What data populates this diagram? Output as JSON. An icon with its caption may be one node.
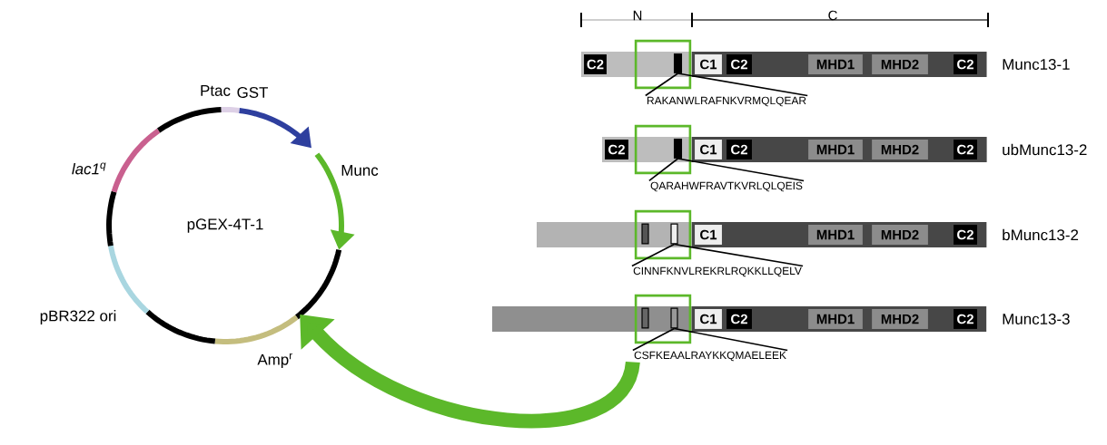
{
  "diagram": {
    "nodes": [
      {
        "text": [
          "pGEX-4T-1"
        ]
      },
      {
        "text": [],
        "shape": "bar",
        "beside": [
          "Munc13-1"
        ]
      },
      {
        "text": [
          "C2"
        ],
        "in": 1
      },
      {
        "text": [
          "C1"
        ],
        "in": 1
      },
      {
        "text": [
          "C2"
        ],
        "in": 1
      },
      {
        "text": [
          "MHD1"
        ],
        "in": 1
      },
      {
        "text": [
          "MHD2"
        ],
        "in": 1
      },
      {
        "text": [
          "C2"
        ],
        "in": 1
      },
      {
        "text": [],
        "shape": "box"
      },
      {
        "text": [],
        "shape": "bar"
      },
      {
        "text": [
          "RAKANWLRAFNKVRMQLQEAR"
        ]
      },
      {
        "text": [],
        "shape": "bar",
        "beside": [
          "ubMunc13-2"
        ]
      },
      {
        "text": [
          "C2"
        ],
        "in": 11
      },
      {
        "text": [
          "C1"
        ],
        "in": 11
      },
      {
        "text": [
          "C2"
        ],
        "in": 11
      },
      {
        "text": [
          "MHD1"
        ],
        "in": 11
      },
      {
        "text": [
          "MHD2"
        ],
        "in": 11
      },
      {
        "text": [
          "C2"
        ],
        "in": 11
      },
      {
        "text": [],
        "shape": "box"
      },
      {
        "text": [],
        "shape": "bar"
      },
      {
        "text": [
          "QARAHWFRAVTKVRLQLQEIS"
        ]
      },
      {
        "text": [],
        "shape": "bar",
        "beside": [
          "bMunc13-2"
        ]
      },
      {
        "text": [
          "C1"
        ],
        "in": 21
      },
      {
        "text": [
          "MHD1"
        ],
        "in": 21
      },
      {
        "text": [
          "MHD2"
        ],
        "in": 21
      },
      {
        "text": [
          "C2"
        ],
        "in": 21
      },
      {
        "text": [],
        "shape": "box"
      },
      {
        "text": [],
        "shape": "bar"
      },
      {
        "text": [],
        "shape": "bar"
      },
      {
        "text": [
          "CINNFKNVLREKRLRQKKLLQELV"
        ]
      },
      {
        "text": [],
        "shape": "bar",
        "beside": [
          "Munc13-3"
        ]
      },
      {
        "text": [
          "C1"
        ],
        "in": 30
      },
      {
        "text": [
          "C2"
        ],
        "in": 30
      },
      {
        "text": [
          "MHD1"
        ],
        "in": 30
      },
      {
        "text": [
          "MHD2"
        ],
        "in": 30
      },
      {
        "text": [
          "C2"
        ],
        "in": 30
      },
      {
        "text": [],
        "shape": "box"
      },
      {
        "text": [],
        "shape": "bar"
      },
      {
        "text": [],
        "shape": "bar"
      },
      {
        "text": [
          "CSFKEAALRAYKKQMAELEEK"
        ]
      }
    ],
    "edges": [
      {
        "from": 9,
        "to": 10,
        "arrow": "none"
      },
      {
        "from": 9,
        "to": 10,
        "arrow": "none"
      },
      {
        "from": 19,
        "to": 20,
        "arrow": "none"
      },
      {
        "from": 19,
        "to": 20,
        "arrow": "none"
      },
      {
        "from": 28,
        "to": 29,
        "arrow": "none"
      },
      {
        "from": 28,
        "to": 29,
        "arrow": "none"
      },
      {
        "from": 38,
        "to": 39,
        "arrow": "none"
      },
      {
        "from": 38,
        "to": 39,
        "arrow": "none"
      },
      {
        "from": 39,
        "to": 0,
        "arrow": "to",
        "style": "thick",
        "color": "#5cb82a"
      }
    ],
    "labels": [
      "N",
      "C",
      "Ptac",
      "GST",
      "Munc",
      "lac1$^{q}$",
      "pBR322 ori",
      "Amp$^{r}$"
    ]
  }
}
